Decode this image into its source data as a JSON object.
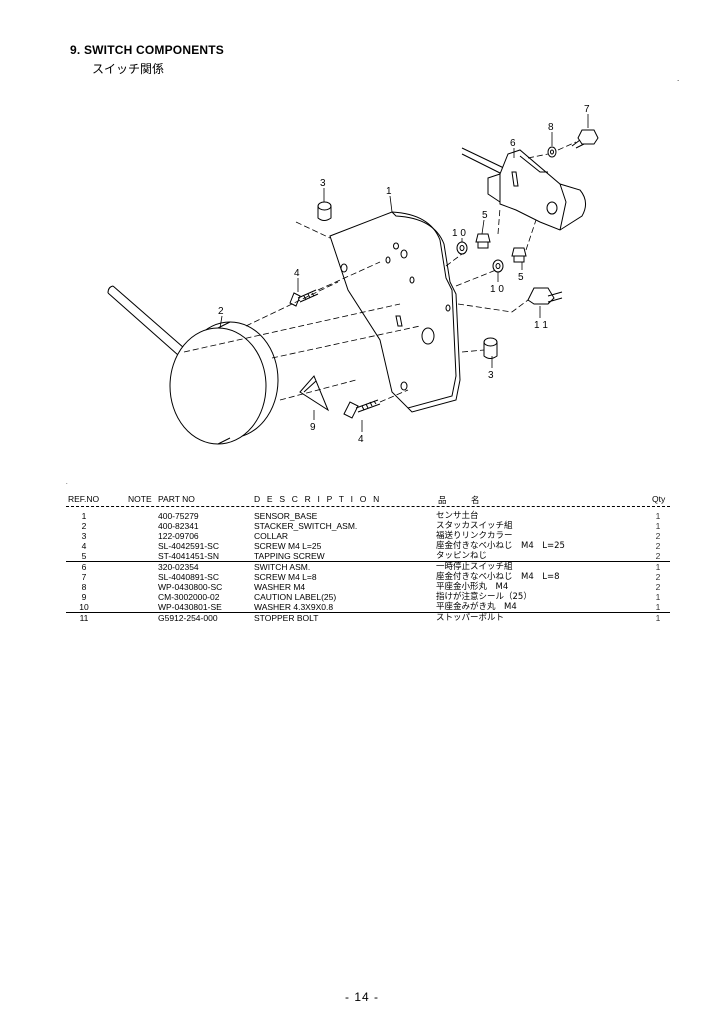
{
  "title": "9.  SWITCH COMPONENTS",
  "subtitle": "スイッチ関係",
  "corner_mark": ".",
  "tiny_mark": ".",
  "diagram": {
    "callouts": {
      "c1": "1",
      "c2": "2",
      "c3a": "3",
      "c3b": "3",
      "c4a": "4",
      "c4b": "4",
      "c5a": "5",
      "c5b": "5",
      "c6": "6",
      "c7": "7",
      "c8": "8",
      "c9": "9",
      "c10a": "1 0",
      "c10b": "1 0",
      "c11": "1 1"
    }
  },
  "table": {
    "headers": {
      "ref": "REF.NO",
      "note": "NOTE",
      "part": "PART NO",
      "desc": "D E S C R I P T I O N",
      "jp": "品　名",
      "qty": "Qty"
    },
    "rows": [
      {
        "ref": "1",
        "part": "400-75279",
        "desc": "SENSOR_BASE",
        "jp": "センサ土台",
        "qty": "1"
      },
      {
        "ref": "2",
        "part": "400-82341",
        "desc": "STACKER_SWITCH_ASM.",
        "jp": "スタッカスイッチ組",
        "qty": "1"
      },
      {
        "ref": "3",
        "part": "122-09706",
        "desc": "COLLAR",
        "jp": "福送りリンクカラー",
        "qty": "2"
      },
      {
        "ref": "4",
        "part": "SL-4042591-SC",
        "desc": "SCREW M4 L=25",
        "jp": "座金付きなべ小ねじ　M4　L=25",
        "qty": "2"
      },
      {
        "ref": "5",
        "part": "ST-4041451-SN",
        "desc": "TAPPING SCREW",
        "jp": "タッピンねじ",
        "qty": "2"
      },
      {
        "ref": "6",
        "part": "320-02354",
        "desc": "SWITCH ASM.",
        "jp": "一時停止スイッチ組",
        "qty": "1"
      },
      {
        "ref": "7",
        "part": "SL-4040891-SC",
        "desc": "SCREW M4 L=8",
        "jp": "座金付きなべ小ねじ　M4　L=8",
        "qty": "2"
      },
      {
        "ref": "8",
        "part": "WP-0430800-SC",
        "desc": "WASHER M4",
        "jp": "平座金小形丸　M4",
        "qty": "2"
      },
      {
        "ref": "9",
        "part": "CM-3002000-02",
        "desc": "CAUTION LABEL(25)",
        "jp": "指けが注意シール（25）",
        "qty": "1"
      },
      {
        "ref": "10",
        "part": "WP-0430801-SE",
        "desc": "WASHER 4.3X9X0.8",
        "jp": "平座金みがき丸　M4",
        "qty": "1"
      },
      {
        "ref": "11",
        "part": "G5912-254-000",
        "desc": "STOPPER BOLT",
        "jp": "ストッパーボルト",
        "qty": "1"
      }
    ]
  },
  "page_number": "- 14 -"
}
